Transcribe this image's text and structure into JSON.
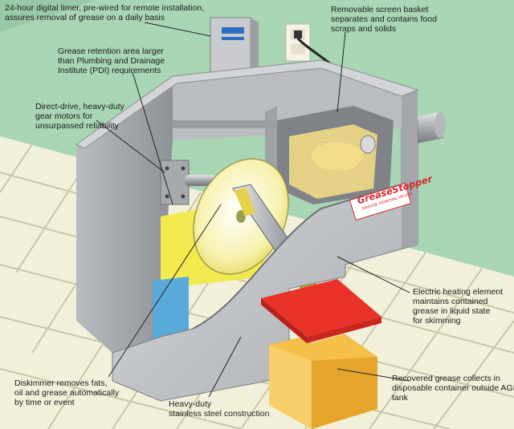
{
  "callouts": {
    "timer": "24-hour digital timer, pre-wired for remote installation,\nassures removal of grease on a daily basis",
    "basket": "Removable screen basket\nseparates and contains food\nscraps and solids",
    "retention": "Grease retention area larger\nthan Plumbing and Drainage\nInstitute (PDI) requirements",
    "motors": "Direct-drive, heavy-duty\ngear motors for\nunsurpassed reliability",
    "heating": "Electric heating element\nmaintains contained\ngrease in liquid state\nfor skimming",
    "diskimmer": "Diskimmer removes fats,\noil and grease automatically\nby time or event",
    "construction": "Heavy-duty\nstainless steel construction",
    "container": "Recovered grease collects in\ndisposable container outside AGI\ntank"
  },
  "brand": {
    "name": "GreaseStopper",
    "tagline": "GREASE REMOVAL DEVICE"
  },
  "colors": {
    "wall": "#a8d5b4",
    "floor_tile": "#f2f0da",
    "grout": "#c9c6a8",
    "steel": "#c7c9cc",
    "steel_dark": "#8d9094",
    "grease": "#f2e94e",
    "water": "#5aa9dc",
    "lid": "#e8322a",
    "container": "#f4c04a",
    "brand_red": "#d4282a"
  },
  "icons": {
    "timer": "digital-timer-box",
    "outlet": "electrical-outlet",
    "disk": "skimmer-disk",
    "pipe": "outlet-pipe"
  }
}
